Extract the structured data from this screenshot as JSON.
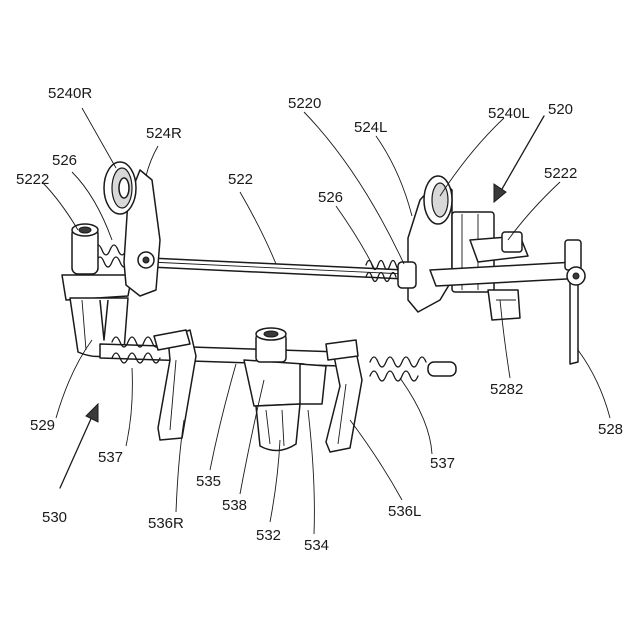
{
  "figure": {
    "labels": [
      {
        "id": "5240R",
        "text": "5240R"
      },
      {
        "id": "524R",
        "text": "524R"
      },
      {
        "id": "526a",
        "text": "526"
      },
      {
        "id": "5222a",
        "text": "5222"
      },
      {
        "id": "522",
        "text": "522"
      },
      {
        "id": "5220",
        "text": "5220"
      },
      {
        "id": "524L",
        "text": "524L"
      },
      {
        "id": "5240L",
        "text": "5240L"
      },
      {
        "id": "520",
        "text": "520"
      },
      {
        "id": "526b",
        "text": "526"
      },
      {
        "id": "5222b",
        "text": "5222"
      },
      {
        "id": "5282",
        "text": "5282"
      },
      {
        "id": "528",
        "text": "528"
      },
      {
        "id": "529",
        "text": "529"
      },
      {
        "id": "530",
        "text": "530"
      },
      {
        "id": "537a",
        "text": "537"
      },
      {
        "id": "535",
        "text": "535"
      },
      {
        "id": "536R",
        "text": "536R"
      },
      {
        "id": "538",
        "text": "538"
      },
      {
        "id": "532",
        "text": "532"
      },
      {
        "id": "534",
        "text": "534"
      },
      {
        "id": "537b",
        "text": "537"
      },
      {
        "id": "536L",
        "text": "536L"
      }
    ]
  }
}
